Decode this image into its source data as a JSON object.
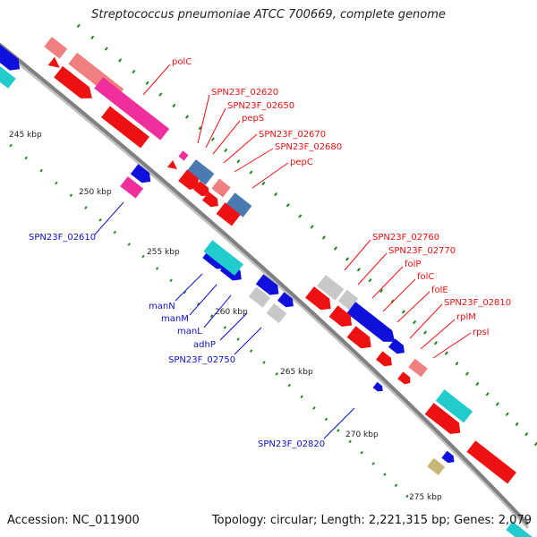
{
  "title": "Streptococcus pneumoniae ATCC 700669, complete genome",
  "footer": {
    "accession": "Accession: NC_011900",
    "info": "Topology: circular; Length: 2,221,315 bp; Genes: 2,079"
  },
  "ticks": [
    {
      "label": "245 kbp"
    },
    {
      "label": "250 kbp"
    },
    {
      "label": "255 kbp"
    },
    {
      "label": "260 kbp"
    },
    {
      "label": "265 kbp"
    },
    {
      "label": "270 kbp"
    },
    {
      "label": "275 kbp"
    }
  ],
  "labels_red": [
    "polC",
    "SPN23F_02620",
    "SPN23F_02650",
    "pepS",
    "SPN23F_02670",
    "SPN23F_02680",
    "pepC",
    "SPN23F_02760",
    "SPN23F_02770",
    "folP",
    "folC",
    "folE",
    "SPN23F_02810",
    "rplM",
    "rpsI"
  ],
  "labels_blue": [
    "SPN23F_02610",
    "manN",
    "manM",
    "manL",
    "adhP",
    "SPN23F_02750",
    "SPN23F_02820"
  ],
  "colors": {
    "red": "#ee1111",
    "pink": "#ee2f9c",
    "salmon": "#f08080",
    "steel": "#4a7bb0",
    "blue": "#1010dd",
    "cyan": "#22cccc",
    "grey": "#c8c8c8",
    "olive": "#c8b878",
    "green": "#1a8a1a",
    "backbone": "#808080"
  }
}
